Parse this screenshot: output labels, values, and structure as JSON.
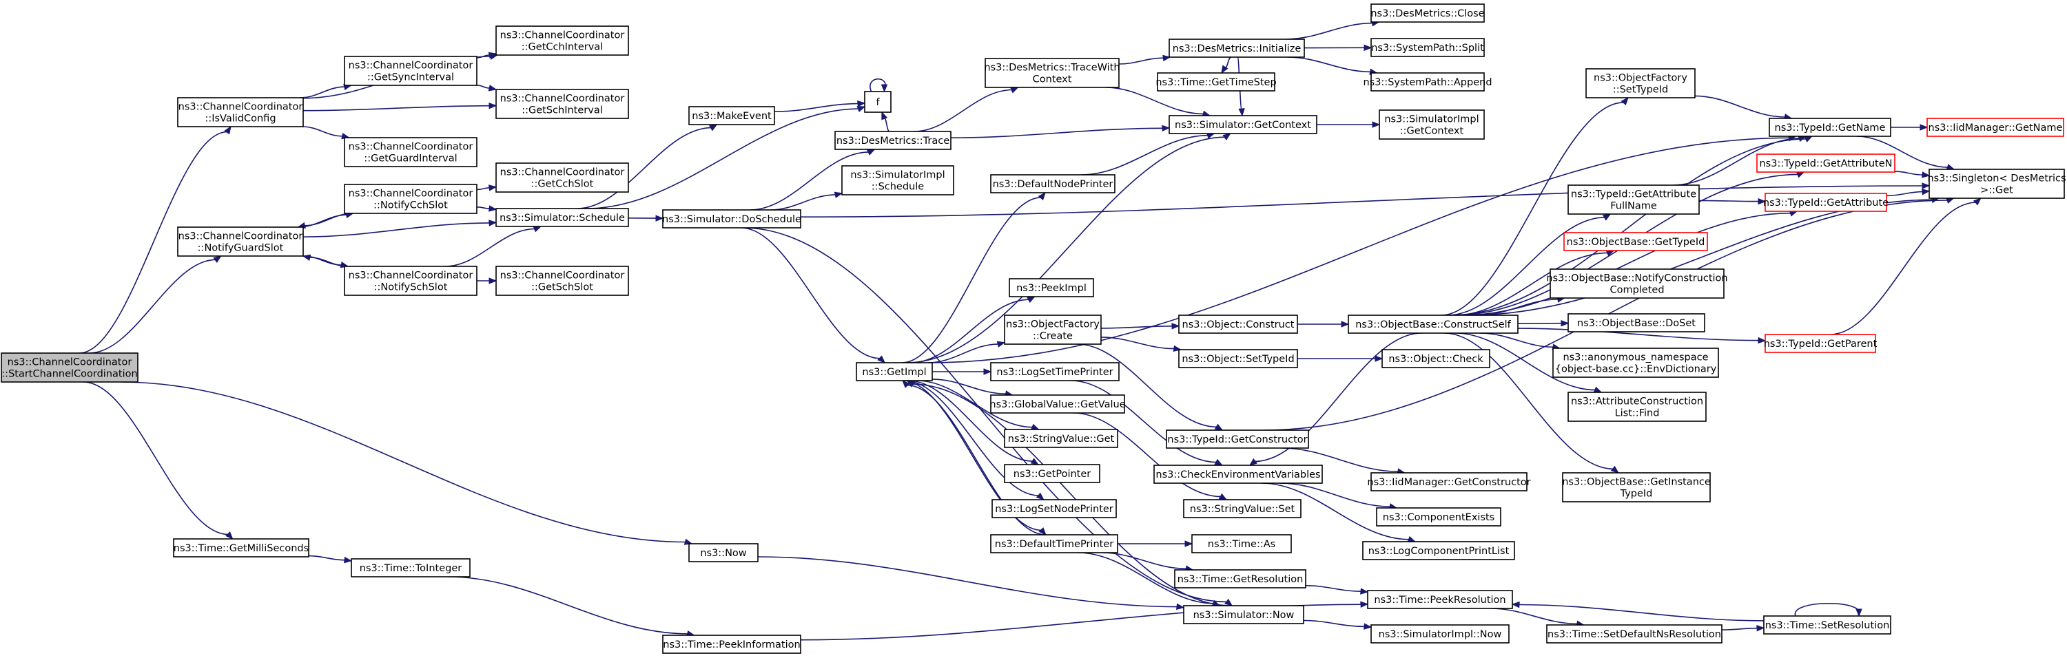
{
  "colors": {
    "edge": "#191970",
    "node_border": "#000000",
    "truncated_border": "#ff0000",
    "root_fill": "#bfbfbf"
  },
  "nodes": {
    "root": [
      "ns3::ChannelCoordinator",
      "::StartChannelCoordination"
    ],
    "isvalid": [
      "ns3::ChannelCoordinator",
      "::IsValidConfig"
    ],
    "notifyguard": [
      "ns3::ChannelCoordinator",
      "::NotifyGuardSlot"
    ],
    "getmilli": [
      "ns3::Time::GetMilliSeconds"
    ],
    "now": [
      "ns3::Now"
    ],
    "getcchint": [
      "ns3::ChannelCoordinator",
      "::GetCchInterval"
    ],
    "getsync": [
      "ns3::ChannelCoordinator",
      "::GetSyncInterval"
    ],
    "getschint": [
      "ns3::ChannelCoordinator",
      "::GetSchInterval"
    ],
    "getguard": [
      "ns3::ChannelCoordinator",
      "::GetGuardInterval"
    ],
    "notifycch": [
      "ns3::ChannelCoordinator",
      "::NotifyCchSlot"
    ],
    "getcchslot": [
      "ns3::ChannelCoordinator",
      "::GetCchSlot"
    ],
    "schedule": [
      "ns3::Simulator::Schedule"
    ],
    "notifysch": [
      "ns3::ChannelCoordinator",
      "::NotifySchSlot"
    ],
    "getschslot": [
      "ns3::ChannelCoordinator",
      "::GetSchSlot"
    ],
    "tointeger": [
      "ns3::Time::ToInteger"
    ],
    "peekinfo": [
      "ns3::Time::PeekInformation"
    ],
    "makeevent": [
      "ns3::MakeEvent"
    ],
    "f": [
      "f"
    ],
    "doschedule": [
      "ns3::Simulator::DoSchedule"
    ],
    "destrace": [
      "ns3::DesMetrics::Trace"
    ],
    "implschedule": [
      "ns3::SimulatorImpl",
      "::Schedule"
    ],
    "getimpl": [
      "ns3::GetImpl"
    ],
    "tracewith": [
      "ns3::DesMetrics::TraceWith",
      "Context"
    ],
    "desinit": [
      "ns3::DesMetrics::Initialize"
    ],
    "desclose": [
      "ns3::DesMetrics::Close"
    ],
    "split": [
      "ns3::SystemPath::Split"
    ],
    "append": [
      "ns3::SystemPath::Append"
    ],
    "gettimestep": [
      "ns3::Time::GetTimeStep"
    ],
    "getcontext": [
      "ns3::Simulator::GetContext"
    ],
    "implgetcontext": [
      "ns3::SimulatorImpl",
      "::GetContext"
    ],
    "defnodeprinter": [
      "ns3::DefaultNodePrinter"
    ],
    "peekimpl": [
      "ns3::PeekImpl"
    ],
    "objfactorycreate": [
      "ns3::ObjectFactory",
      "::Create"
    ],
    "logsettimeprinter": [
      "ns3::LogSetTimePrinter"
    ],
    "globalvalue": [
      "ns3::GlobalValue::GetValue"
    ],
    "stringget": [
      "ns3::StringValue::Get"
    ],
    "getpointer": [
      "ns3::GetPointer"
    ],
    "logsetnodeprinter": [
      "ns3::LogSetNodePrinter"
    ],
    "deftimeprinter": [
      "ns3::DefaultTimePrinter"
    ],
    "simnow": [
      "ns3::Simulator::Now"
    ],
    "objconstruct": [
      "ns3::Object::Construct"
    ],
    "objsettypeid": [
      "ns3::Object::SetTypeId"
    ],
    "getconstructor": [
      "ns3::TypeId::GetConstructor"
    ],
    "checkenv": [
      "ns3::CheckEnvironmentVariables"
    ],
    "stringset": [
      "ns3::StringValue::Set"
    ],
    "timeas": [
      "ns3::Time::As"
    ],
    "getresolution": [
      "ns3::Time::GetResolution"
    ],
    "peekresolution": [
      "ns3::Time::PeekResolution"
    ],
    "implnow": [
      "ns3::SimulatorImpl::Now"
    ],
    "objcheck": [
      "ns3::Object::Check"
    ],
    "iidgetconstructor": [
      "ns3::IidManager::GetConstructor"
    ],
    "componentexists": [
      "ns3::ComponentExists"
    ],
    "logcomponentprint": [
      "ns3::LogComponentPrintList"
    ],
    "constructself": [
      "ns3::ObjectBase::ConstructSelf"
    ],
    "factsettypeid": [
      "ns3::ObjectFactory",
      "::SetTypeId"
    ],
    "typeidgetname": [
      "ns3::TypeId::GetName"
    ],
    "iidgetname": [
      "ns3::IidManager::GetName"
    ],
    "getattributen": [
      "ns3::TypeId::GetAttributeN"
    ],
    "singleton": [
      "ns3::Singleton< DesMetrics",
      " >::Get"
    ],
    "getattrfull": [
      "ns3::TypeId::GetAttribute",
      "FullName"
    ],
    "getattribute": [
      "ns3::TypeId::GetAttribute"
    ],
    "getparent": [
      "ns3::TypeId::GetParent"
    ],
    "gettypeid": [
      "ns3::ObjectBase::GetTypeId"
    ],
    "notifyconstruction": [
      "ns3::ObjectBase::NotifyConstruction",
      "Completed"
    ],
    "doset": [
      "ns3::ObjectBase::DoSet"
    ],
    "envdictionary": [
      "ns3::anonymous_namespace",
      "{object-base.cc}::EnvDictionary"
    ],
    "attrconstruction": [
      "ns3::AttributeConstruction",
      "List::Find"
    ],
    "getinstancetypeid": [
      "ns3::ObjectBase::GetInstance",
      "TypeId"
    ],
    "setdefaultns": [
      "ns3::Time::SetDefaultNsResolution"
    ],
    "setresolution": [
      "ns3::Time::SetResolution"
    ]
  }
}
